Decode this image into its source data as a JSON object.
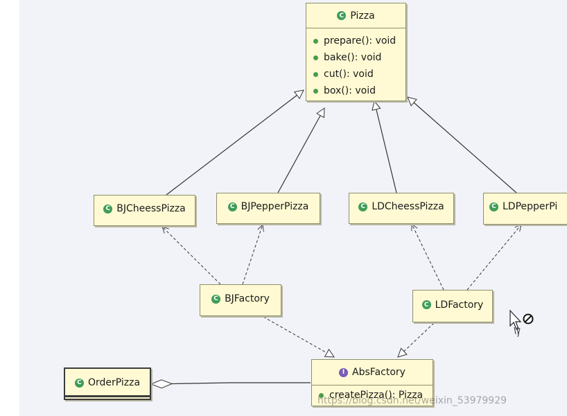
{
  "classes": {
    "pizza": {
      "name": "Pizza",
      "kind": "class",
      "operations": [
        "prepare(): void",
        "bake(): void",
        "cut(): void",
        "box(): void"
      ]
    },
    "bj_cheese": {
      "name": "BJCheessPizza",
      "kind": "class"
    },
    "bj_pepper": {
      "name": "BJPepperPizza",
      "kind": "class"
    },
    "ld_cheese": {
      "name": "LDCheessPizza",
      "kind": "class"
    },
    "ld_pepper": {
      "name": "LDPepperPi",
      "kind": "class"
    },
    "bj_factory": {
      "name": "BJFactory",
      "kind": "class"
    },
    "ld_factory": {
      "name": "LDFactory",
      "kind": "class"
    },
    "abs_factory": {
      "name": "AbsFactory",
      "kind": "interface",
      "operations": [
        "createPizza(): Pizza"
      ]
    },
    "order_pizza": {
      "name": "OrderPizza",
      "kind": "class"
    }
  },
  "icons": {
    "class": "C",
    "interface": "I"
  },
  "colors": {
    "class_fill": "#fffad3",
    "class_icon": "#3f9c5a",
    "interface_icon": "#7a5bb8",
    "operation_dot": "#4d9b4d",
    "edge": "#333333"
  },
  "watermark": "https://blog.csdn.net/weixin_53979929"
}
